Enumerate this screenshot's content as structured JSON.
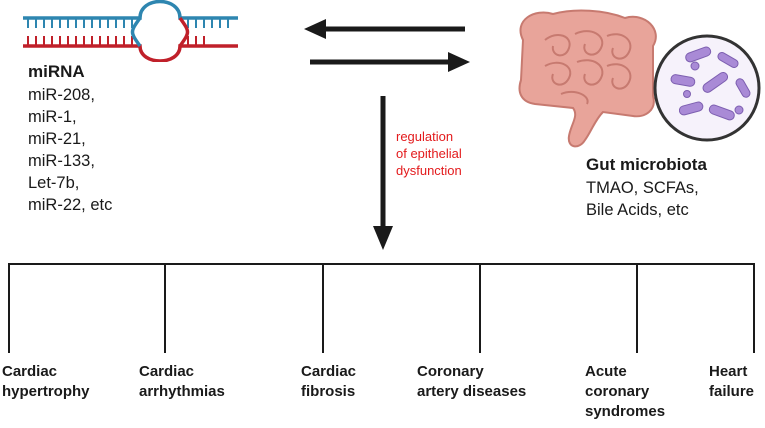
{
  "mirna": {
    "title": "miRNA",
    "items": [
      "miR-208,",
      "miR-1,",
      "miR-21,",
      "miR-133,",
      "Let-7b,",
      "miR-22, etc"
    ]
  },
  "gut": {
    "title": "Gut microbiota",
    "items": [
      "TMAO, SCFAs,",
      "Bile Acids, etc"
    ]
  },
  "regulation": {
    "lines": [
      "regulation",
      "of epithelial",
      "dysfunction"
    ],
    "color": "#e31a1c"
  },
  "outcomes": [
    {
      "lines": [
        "Cardiac",
        "hypertrophy"
      ]
    },
    {
      "lines": [
        "Cardiac",
        "arrhythmias"
      ]
    },
    {
      "lines": [
        "Cardiac",
        "fibrosis"
      ]
    },
    {
      "lines": [
        "Coronary",
        "artery diseases"
      ]
    },
    {
      "lines": [
        "Acute",
        "coronary",
        "syndromes"
      ]
    },
    {
      "lines": [
        "Heart",
        "failure"
      ]
    }
  ],
  "colors": {
    "rna_strand_top": "#2e86b0",
    "rna_strand_bottom": "#c0202a",
    "arrow": "#1a1a1a",
    "gut": "#e8a49a",
    "gut_outline": "#c77a70",
    "bacteria": "#a98ad6"
  }
}
